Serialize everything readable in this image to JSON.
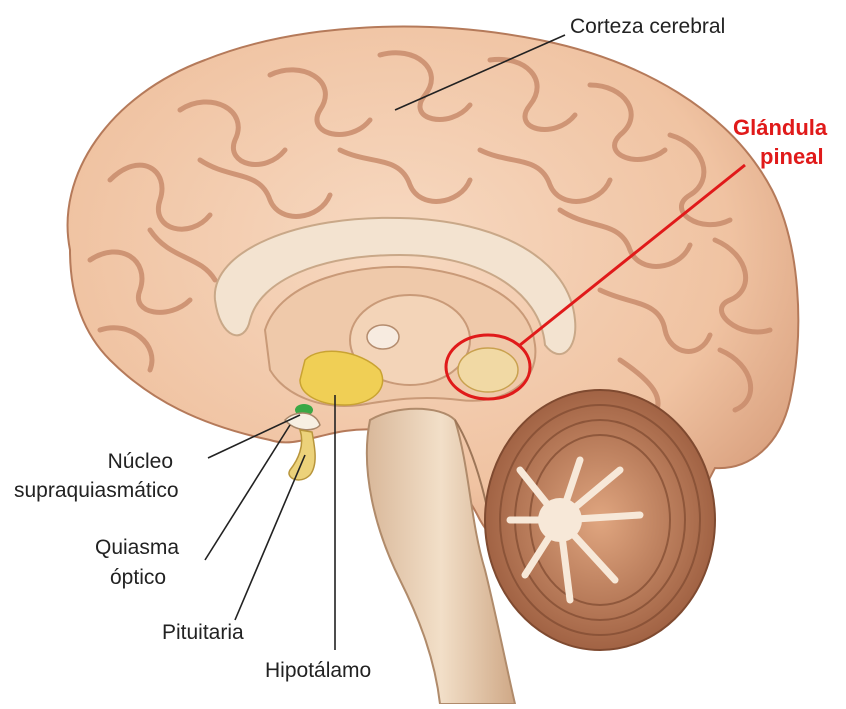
{
  "labels": {
    "corteza": "Corteza cerebral",
    "glandula_1": "Glándula",
    "glandula_2": "pineal",
    "nucleo_1": "Núcleo",
    "nucleo_2": "supraquiasmático",
    "quiasma_1": "Quiasma",
    "quiasma_2": "óptico",
    "pituitaria": "Pituitaria",
    "hipotalamo": "Hipotálamo"
  },
  "colors": {
    "highlight": "#e01a1a",
    "cortex": "#f2c7a8",
    "cortex_shadow": "#d89c7c",
    "hypothalamus": "#f0cf55",
    "nucleus": "#3aa845",
    "brainstem": "#ecd6bd",
    "cerebellum": "#c98a62"
  }
}
